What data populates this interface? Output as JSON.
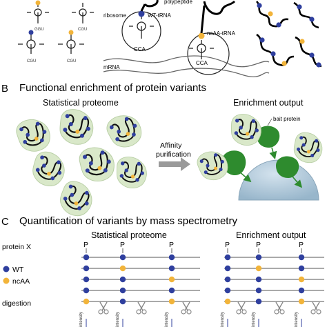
{
  "panel_a": {
    "polypeptide_label": "polypeptide",
    "ribosome_label": "ribosome",
    "wt_trna_label": "WT-tRNA",
    "ncaa_trna_label": "ncAA-tRNA",
    "mrna_label": "mRNA",
    "cca_label": "CCA"
  },
  "panel_b": {
    "letter": "B",
    "title": "Functional enrichment of protein variants",
    "left_title": "Statistical proteome",
    "right_title": "Enrichment output",
    "arrow_label_line1": "Affinity",
    "arrow_label_line2": "purification",
    "bait_label": "bait protein"
  },
  "panel_c": {
    "letter": "C",
    "title": "Quantification of variants by mass spectrometry",
    "left_title": "Statistical proteome",
    "right_title": "Enrichment output",
    "protein_label": "protein X",
    "phospho_label": "P",
    "legend_wt": "WT",
    "legend_ncaa": "ncAA",
    "digestion_label": "digestion",
    "peak_label": "intensity"
  },
  "colors": {
    "wt": "#2f3f9e",
    "ncaa": "#f2b43a",
    "cell_fill": "#d9e8c9",
    "bait_green": "#2e8b2e",
    "bead_blue": "#a9c4d6",
    "arrow_gray": "#9a9a9a"
  }
}
